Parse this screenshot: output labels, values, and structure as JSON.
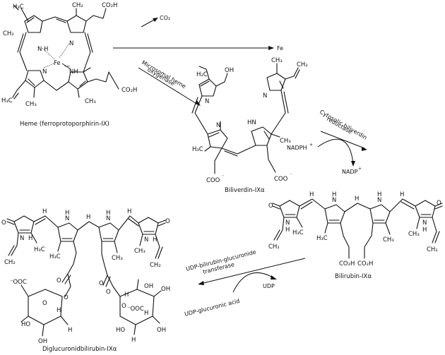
{
  "captions": {
    "heme": "Heme (ferroprotoporphirin-IX)",
    "biliverdin": "Biliverdin-IXα",
    "bilirubin": "Bilirubin-IXα",
    "diglucuronide": "Diglucuronidbilirubin-IXα"
  },
  "reactions": {
    "co2": "CO₂",
    "fe": "Fe",
    "heme_oxygenase": [
      "Microsomal heme",
      "oxygenase"
    ],
    "biliverdin_reductase": [
      "Cytosolic biliverdin",
      "reductase"
    ],
    "nadph": "NADPH",
    "nadp": "NADP",
    "plus": "+",
    "ugt": [
      "UDP-bilirubin-glucuronide",
      "transferase"
    ],
    "udp": "UDP",
    "udp_glucuronic": "UDP-glucuronic acid"
  },
  "heme_labels": {
    "h3c_top": "H₃C",
    "ch2_top": "CH₂",
    "co2h_top": "CO₂H",
    "ch2_top2": "CH₂",
    "n1": "N",
    "h1": "H",
    "n2": "N",
    "fe": "Fe",
    "fe_charge": "—",
    "n3": "N",
    "nh": "NH",
    "h3c_left": "H₃C",
    "ch3_bottom": "CH₃",
    "ch3_right": "CH₃",
    "co2h_bottom": "CO₂H"
  },
  "biliverdin_labels": {
    "h2c": "H₂C",
    "oh": "OH",
    "n_a": "N",
    "ch3_top": "CH₃",
    "n_d": "N",
    "ch2_right": "CH₂",
    "h3c": "H₃C",
    "n_b": "N",
    "hn": "HN",
    "ch3_c": "CH₃",
    "coo1": "COO",
    "coo2": "COO",
    "minus": "⁻"
  },
  "bilirubin_labels": {
    "o1": "O",
    "n1": "N",
    "h1": "H",
    "h_m1": "H",
    "n2": "N",
    "h2": "H",
    "h_m2": "H",
    "n3": "N",
    "h3": "H",
    "h_m3": "H",
    "n4": "N",
    "h4": "H",
    "o2": "O",
    "ch2": "CH₂",
    "h3c_a": "H₃C",
    "h3c_b": "H₃C",
    "ch3_a": "CH₃",
    "ch3_b": "CH₃",
    "ch2_right": "CH₂",
    "co2h_a": "CO₂H",
    "co2h_b": "CO₂H"
  },
  "diglucuronide_labels": {
    "o_left": "O",
    "n1": "N",
    "h1": "H",
    "h_m1": "H",
    "n2": "N",
    "h2": "H",
    "h_m2": "H",
    "n3": "N",
    "h3": "H",
    "h_m3": "H",
    "n4": "N",
    "h4": "H",
    "o_right": "O",
    "ch2_left": "CH₂",
    "h3c_a": "H₃C",
    "h3c_b": "H₃C",
    "ch3_a": "CH₃",
    "ch3_b": "CH₃",
    "ch2_right": "CH₂",
    "o_ester1": "O",
    "o_ester1b": "O",
    "o_ester2": "O",
    "o_ester2b": "O",
    "coo_left": "⁻OOC",
    "o_ring1": "O",
    "ho1": "HO",
    "h_s1": "H",
    "oh1": "OH",
    "h_s2": "H",
    "oh2": "OH",
    "coo_right": "⁻OOC",
    "o_ring2": "O",
    "oh3": "OH",
    "h_s3": "H",
    "h_s4": "H",
    "ho2": "HO",
    "oh4": "OH",
    "h_s5": "H"
  }
}
